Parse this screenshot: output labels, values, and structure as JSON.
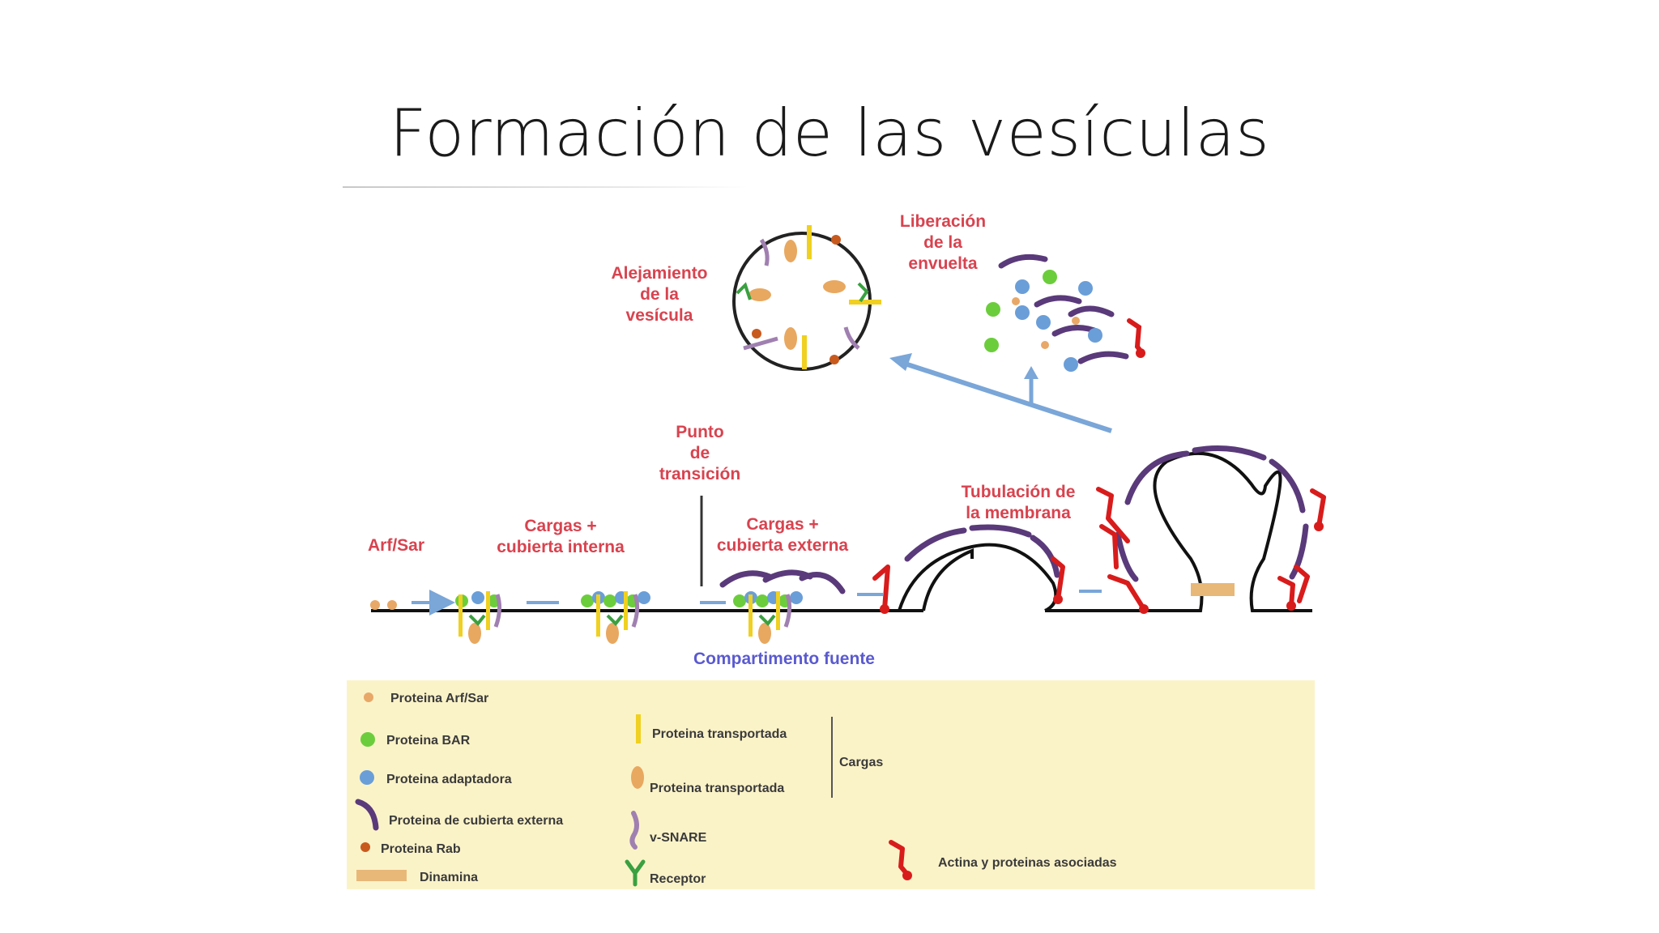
{
  "slide": {
    "title": "Formación de las vesículas"
  },
  "diagram": {
    "labels": {
      "alejamiento": [
        "Alejamiento",
        "de la",
        "vesícula"
      ],
      "liberacion": [
        "Liberación",
        "de la",
        "envuelta"
      ],
      "punto": [
        "Punto",
        "de",
        "transición"
      ],
      "arf_sar": [
        "Arf/Sar"
      ],
      "cargas_interna": [
        "Cargas +",
        "cubierta interna"
      ],
      "cargas_externa": [
        "Cargas +",
        "cubierta externa"
      ],
      "tubulacion": [
        "Tubulación de",
        "la membrana"
      ],
      "compartimento": "Compartimento fuente"
    },
    "legend": {
      "arf_sar": "Proteina Arf/Sar",
      "bar": "Proteina BAR",
      "adaptadora": "Proteina adaptadora",
      "cubierta_externa": "Proteina de cubierta externa",
      "rab": "Proteina Rab",
      "dinamina": "Dinamina",
      "transportada_1": "Proteina transportada",
      "transportada_2": "Proteina transportada",
      "cargas": "Cargas",
      "vsnare": "v-SNARE",
      "receptor": "Receptor",
      "actina": "Actina y proteinas asociadas"
    },
    "colors": {
      "arf_sar": "#e8a868",
      "bar": "#6ccd3c",
      "adaptadora": "#6a9ed8",
      "cubierta_externa": "#5a3a7a",
      "rab": "#c85a1e",
      "dinamina": "#e8b878",
      "transportada_bar": "#f0d020",
      "transportada_oval": "#e8a860",
      "vsnare": "#a080b0",
      "receptor": "#3aa040",
      "actina": "#d81c1c",
      "label_red": "#d8434f",
      "label_blue": "#5a5ad0",
      "arrow_blue": "#7aa6d8",
      "legend_bg": "#fbf3c8"
    }
  }
}
